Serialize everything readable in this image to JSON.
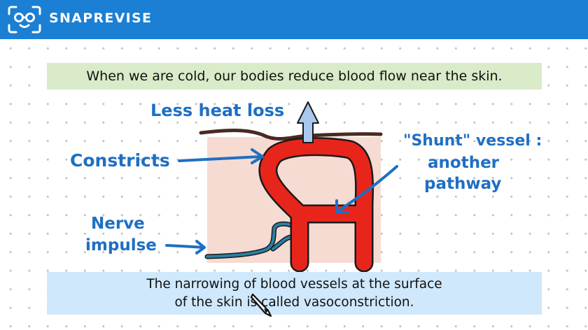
{
  "header": {
    "brand": "SNAPREVISE",
    "logo_icon": "glasses-face-icon",
    "background_color": "#1b7fd4"
  },
  "statement": {
    "text": "When we are cold, our bodies reduce blood flow near the skin.",
    "background_color": "#d9ebc8"
  },
  "diagram": {
    "labels": {
      "heat": "Less heat loss",
      "constricts": "Constricts",
      "shunt_line1": "\"Shunt\" vessel :",
      "shunt_line2": "another",
      "shunt_line3": "pathway",
      "nerve_line1": "Nerve",
      "nerve_line2": "impulse"
    },
    "colors": {
      "skin": "#f6dbd3",
      "skin_surface": "#4a2a20",
      "blood_vessel": "#e8251b",
      "nerve": "#2b7fa3",
      "annotation": "#1f6fc2",
      "heat_arrow": "#a8c8ee"
    }
  },
  "definition": {
    "line1": "The narrowing of blood vessels at the surface",
    "line2": "of the skin is called vasoconstriction.",
    "background_color": "#cfe8fb"
  },
  "cursor_icon": "pen-cursor-icon"
}
